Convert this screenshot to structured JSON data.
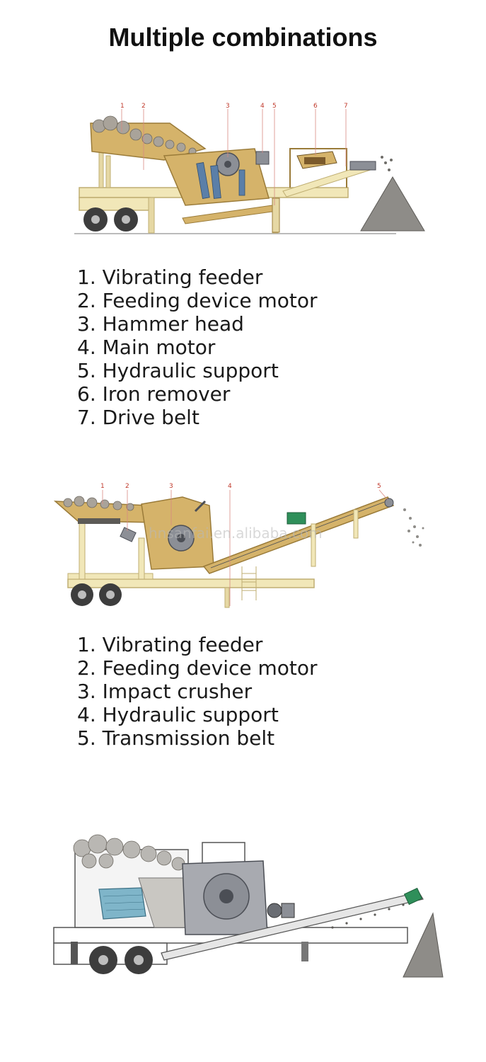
{
  "title": "Multiple combinations",
  "diagrams": [
    {
      "callouts": [
        "1",
        "2",
        "3",
        "4",
        "5",
        "6",
        "7"
      ],
      "parts": [
        {
          "num": "1.",
          "name": "Vibrating feeder"
        },
        {
          "num": "2.",
          "name": "Feeding device motor"
        },
        {
          "num": "3.",
          "name": "Hammer head"
        },
        {
          "num": "4.",
          "name": "Main motor"
        },
        {
          "num": "5.",
          "name": "Hydraulic support"
        },
        {
          "num": "6.",
          "name": "Iron remover"
        },
        {
          "num": "7.",
          "name": "Drive belt"
        }
      ]
    },
    {
      "callouts": [
        "1",
        "2",
        "3",
        "4",
        "5"
      ],
      "watermark": "hnsanfai.en.alibaba.com",
      "parts": [
        {
          "num": "1.",
          "name": "Vibrating feeder"
        },
        {
          "num": "2.",
          "name": "Feeding device motor"
        },
        {
          "num": "3.",
          "name": "Impact crusher"
        },
        {
          "num": "4.",
          "name": "Hydraulic support"
        },
        {
          "num": "5.",
          "name": "Transmission belt"
        }
      ]
    },
    {
      "callouts": [],
      "parts": []
    }
  ],
  "colors": {
    "frame": "#f1e7b8",
    "frame_stroke": "#bfae72",
    "machine": "#d5b36a",
    "rock": "#a9a39a",
    "wheel": "#3d3d3d",
    "callout": "#c0392b",
    "gray_machine": "#a8aab0",
    "green_motor": "#2f8f5a"
  }
}
